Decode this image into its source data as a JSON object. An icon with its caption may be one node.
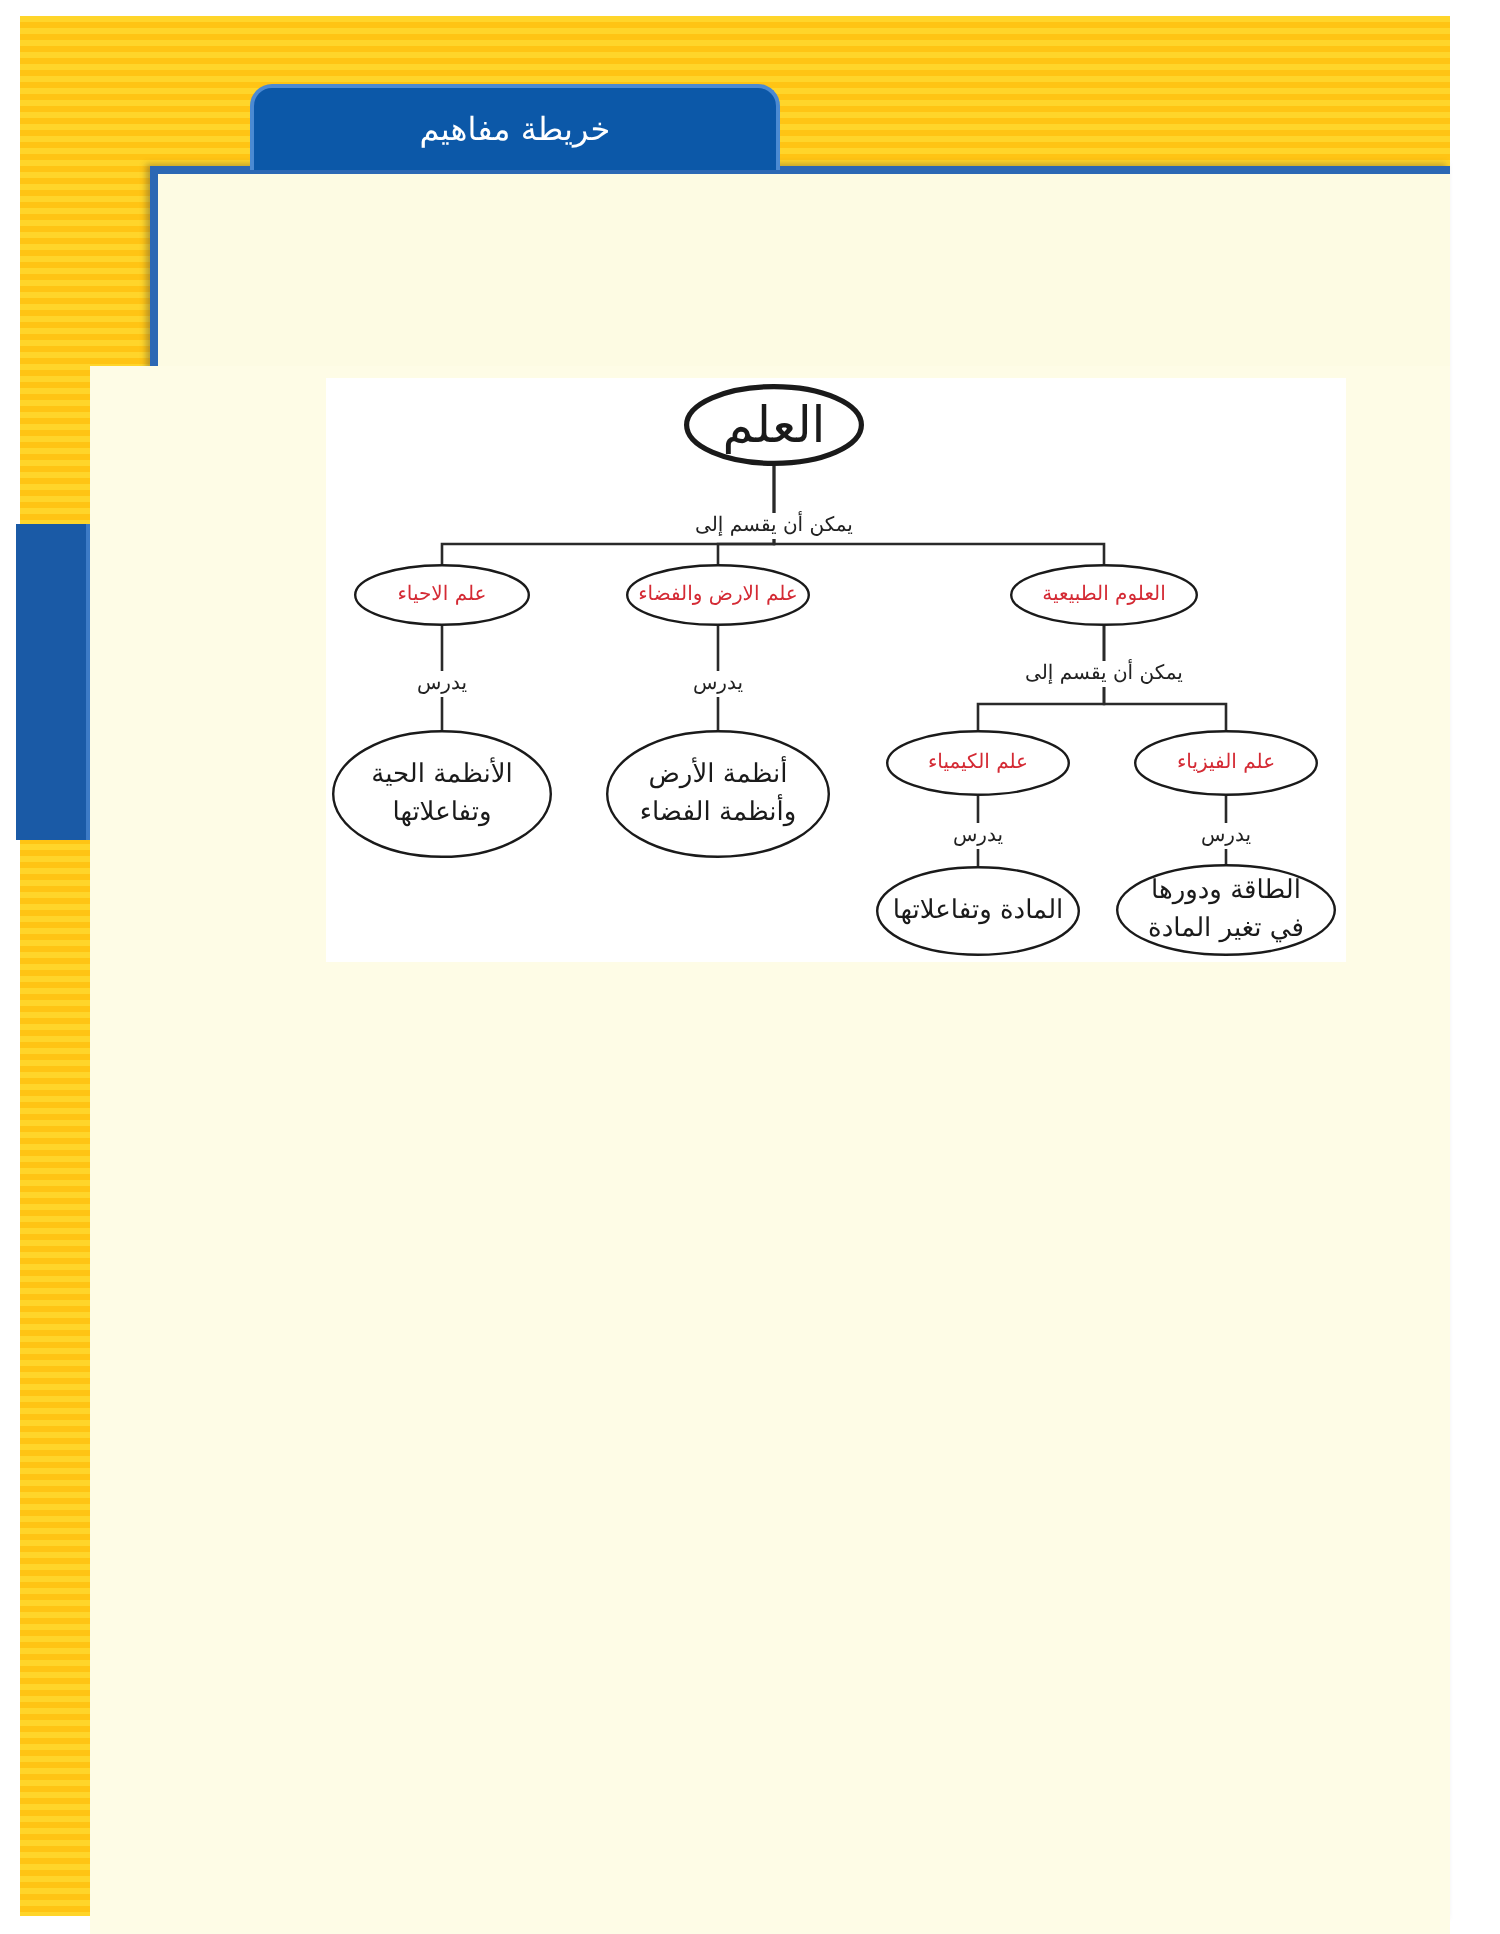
{
  "diagram": {
    "title": "خريطة مفاهيم",
    "nodes": [
      {
        "text": [
          "العلم"
        ]
      },
      {
        "text": [
          "العلوم الطبيعية"
        ]
      },
      {
        "text": [
          "علم الارض والفضاء"
        ]
      },
      {
        "text": [
          "علم الاحياء"
        ]
      },
      {
        "text": [
          "علم الفيزياء"
        ]
      },
      {
        "text": [
          "علم الكيمياء"
        ]
      },
      {
        "text": [
          "أنظمة الأرض وأنظمة الفضاء"
        ]
      },
      {
        "text": [
          "الأنظمة الحية وتفاعلاتها"
        ]
      },
      {
        "text": [
          "الطاقة ودورها في تغير المادة"
        ]
      },
      {
        "text": [
          "المادة وتفاعلاتها"
        ]
      }
    ],
    "edges": [
      {
        "from": 0,
        "to": 1,
        "arrow": "none",
        "label": "يمكن أن يقسم إلى"
      },
      {
        "from": 0,
        "to": 2,
        "arrow": "none"
      },
      {
        "from": 0,
        "to": 3,
        "arrow": "none"
      },
      {
        "from": 1,
        "to": 4,
        "arrow": "none",
        "label": "يمكن أن يقسم إلى"
      },
      {
        "from": 1,
        "to": 5,
        "arrow": "none"
      },
      {
        "from": 2,
        "to": 6,
        "arrow": "none",
        "label": "يدرس"
      },
      {
        "from": 3,
        "to": 7,
        "arrow": "none",
        "label": "يدرس"
      },
      {
        "from": 4,
        "to": 8,
        "arrow": "none",
        "label": "يدرس"
      },
      {
        "from": 5,
        "to": 9,
        "arrow": "none",
        "label": "يدرس"
      }
    ]
  }
}
